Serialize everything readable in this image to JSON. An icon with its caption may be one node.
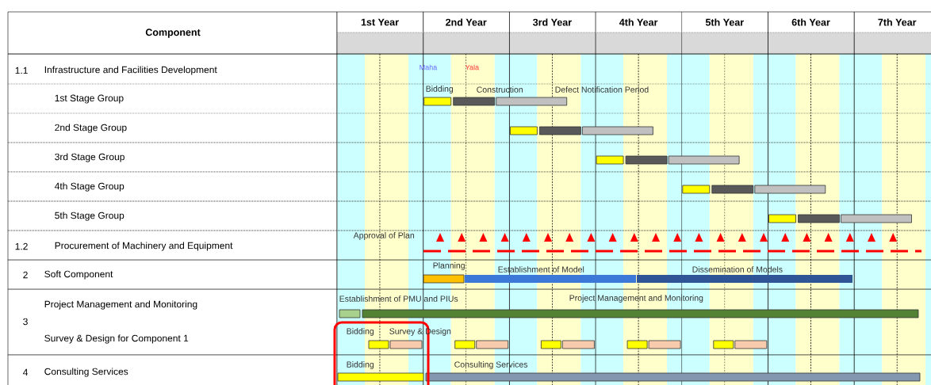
{
  "diagram": {
    "labels": [
      "Component",
      "1st Year",
      "2nd Year",
      "3rd Year",
      "4th Year",
      "5th Year",
      "6th Year",
      "7th Year",
      "1.1",
      "Infrastructure and Facilities Development",
      "Maha",
      "Yala",
      "1st Stage Group",
      "Bidding",
      "Construction",
      "Defect Notification Period",
      "2nd Stage Group",
      "3rd Stage Group",
      "4th Stage Group",
      "5th Stage Group",
      "1.2",
      "Procurement of Machinery and Equipment",
      "Approval of Plan",
      "2",
      "Soft Component",
      "Planning",
      "Establishment of Model",
      "Dissemination of Models",
      "Project Management and Monitoring",
      "Establishment of PMU and PIUs",
      "Project Management and Monitoring",
      "3",
      "Survey & Design for Component 1",
      "Bidding",
      "Survey & Design",
      "4",
      "Consulting Services",
      "Bidding",
      "Consulting Services"
    ]
  }
}
